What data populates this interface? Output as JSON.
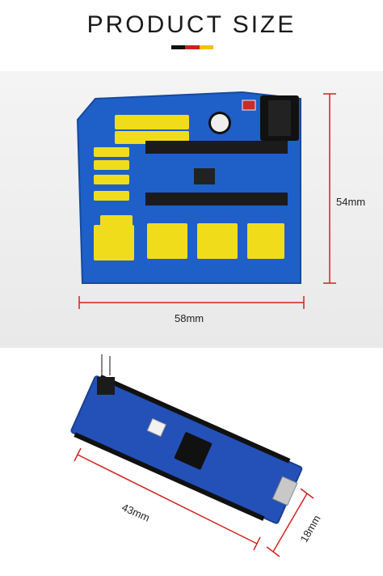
{
  "header": {
    "title": "PRODUCT SIZE",
    "flag_colors": [
      "#111111",
      "#d21f1f",
      "#f2c200"
    ]
  },
  "shield": {
    "width_label": "58mm",
    "height_label": "54mm",
    "board_color": "#1f5fc8",
    "header_color": "#f1dc1c",
    "socket_color": "#1b1b1b",
    "dimension_color": "#d32020"
  },
  "nano": {
    "length_label": "43mm",
    "width_label": "18mm",
    "board_color": "#2451b8"
  }
}
